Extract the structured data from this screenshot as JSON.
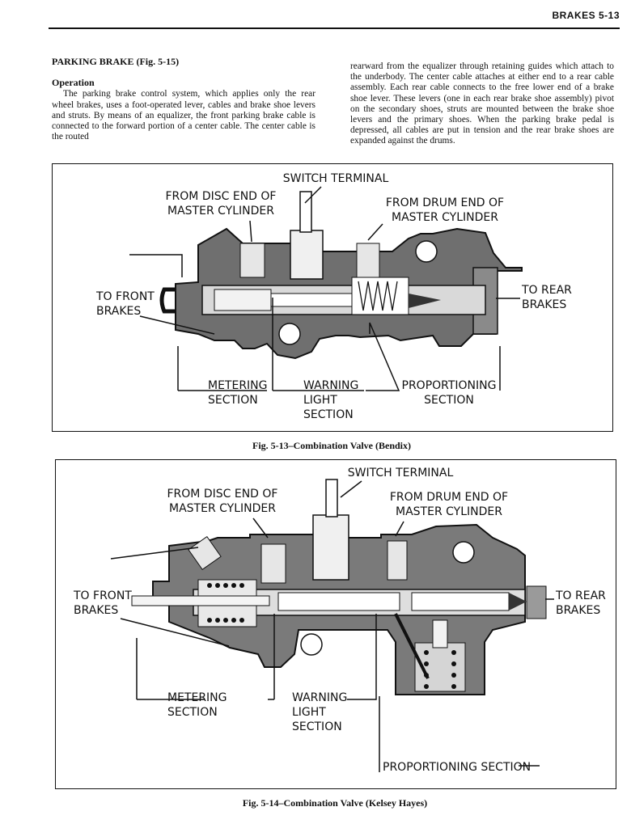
{
  "header": {
    "text": "BRAKES 5-13"
  },
  "left_column": {
    "heading": "PARKING BRAKE (Fig. 5-15)",
    "subheading": "Operation",
    "paragraph": "The parking brake control system, which applies only the rear wheel brakes, uses a foot-operated lever, cables and brake shoe levers and struts. By means of an equalizer, the front parking brake cable is connected to the forward portion of a center cable. The center cable is the routed"
  },
  "right_column": {
    "paragraph": "rearward from the equalizer through retaining guides which attach to the underbody. The center cable attaches at either end to a rear cable assembly. Each rear cable connects to the free lower end of a brake shoe lever. These levers (one in each rear brake shoe assembly) pivot on the secondary shoes, struts are mounted between the brake shoe levers and the primary shoes. When the parking brake pedal is depressed, all cables are put in tension and the rear brake shoes are expanded against the drums."
  },
  "figure_13": {
    "caption": "Fig. 5-13–Combination Valve (Bendix)",
    "labels": {
      "switch_terminal": "SWITCH TERMINAL",
      "from_disc_1": "FROM DISC END OF",
      "from_disc_2": "MASTER CYLINDER",
      "from_drum_1": "FROM DRUM END OF",
      "from_drum_2": "MASTER CYLINDER",
      "to_front_1": "TO FRONT",
      "to_front_2": "BRAKES",
      "to_rear_1": "TO REAR",
      "to_rear_2": "BRAKES",
      "metering_1": "METERING",
      "metering_2": "SECTION",
      "warning_1": "WARNING",
      "warning_2": "LIGHT",
      "warning_3": "SECTION",
      "proportioning_1": "PROPORTIONING",
      "proportioning_2": "SECTION"
    }
  },
  "figure_14": {
    "caption": "Fig. 5-14–Combination Valve (Kelsey Hayes)",
    "labels": {
      "switch_terminal": "SWITCH TERMINAL",
      "from_disc_1": "FROM DISC END OF",
      "from_disc_2": "MASTER CYLINDER",
      "from_drum_1": "FROM DRUM END OF",
      "from_drum_2": "MASTER CYLINDER",
      "to_front_1": "TO FRONT",
      "to_front_2": "BRAKES",
      "to_rear_1": "TO REAR",
      "to_rear_2": "BRAKES",
      "metering_1": "METERING",
      "metering_2": "SECTION",
      "warning_1": "WARNING",
      "warning_2": "LIGHT",
      "warning_3": "SECTION",
      "proportioning": "PROPORTIONING SECTION"
    }
  }
}
